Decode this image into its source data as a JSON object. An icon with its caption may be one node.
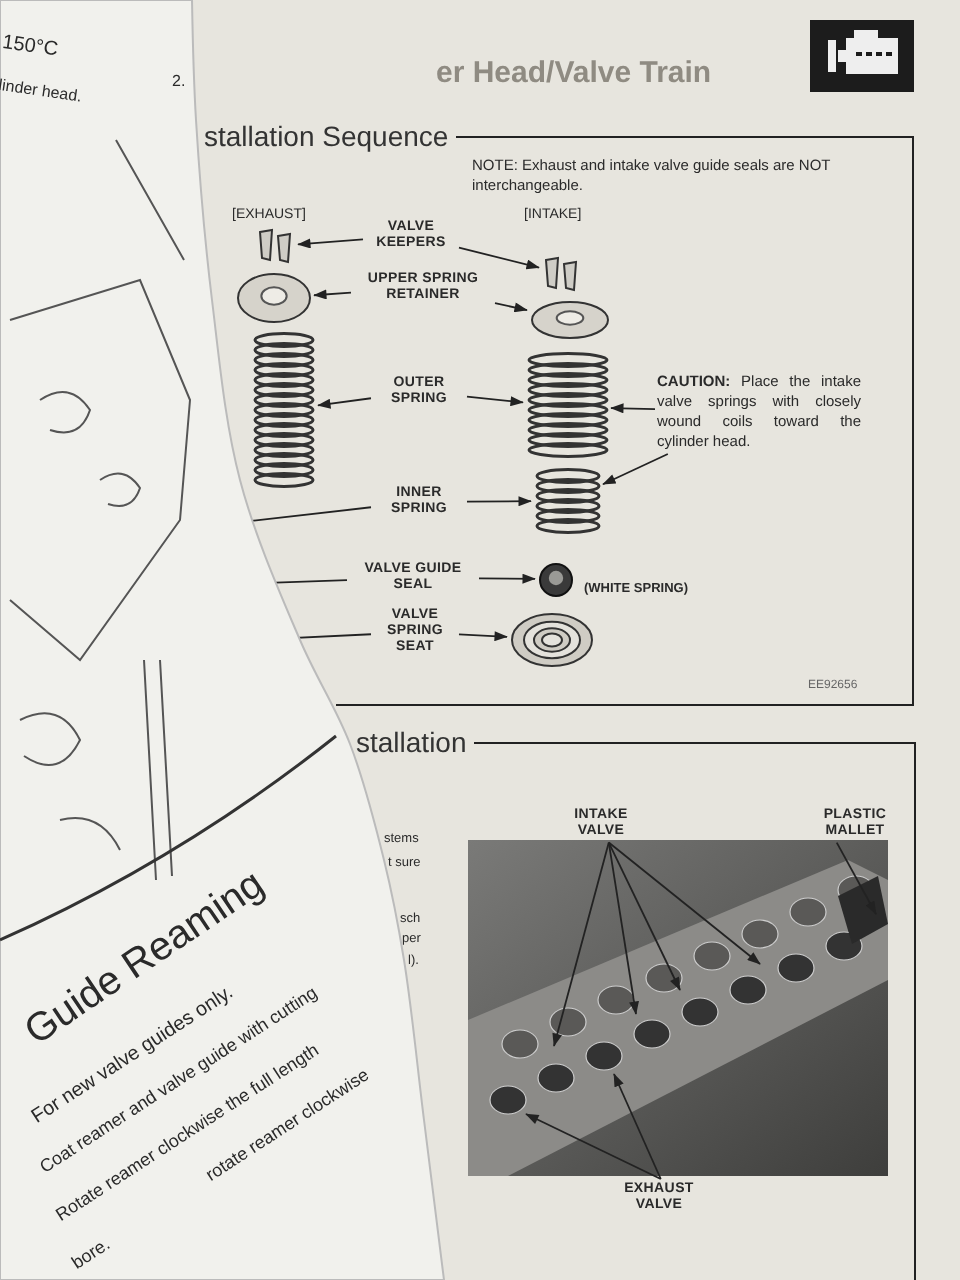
{
  "diagram": {
    "nodes": [
      {
        "text": [
          "stallation Sequence"
        ]
      },
      {
        "text": [
          "VALVE KEEPERS"
        ],
        "in": 0
      },
      {
        "text": [],
        "shape": "picture"
      },
      {
        "text": [],
        "shape": "picture",
        "in": 0
      },
      {
        "text": [
          "UPPER SPRING RETAINER"
        ],
        "in": 0
      },
      {
        "text": [],
        "shape": "picture"
      },
      {
        "text": [],
        "shape": "picture",
        "in": 0
      },
      {
        "text": [
          "OUTER SPRING"
        ],
        "in": 0
      },
      {
        "text": [],
        "shape": "picture"
      },
      {
        "text": [],
        "shape": "picture",
        "in": 0
      },
      {
        "text": [
          "**CAUTION:** Place the intake valve springs with closely wound coils toward the cylinder head."
        ],
        "in": 0
      },
      {
        "text": [
          "INNER SPRING"
        ],
        "in": 0
      },
      {
        "text": [],
        "shape": "picture",
        "in": 0
      },
      {
        "text": [
          "VALVE GUIDE SEAL"
        ],
        "in": 0
      },
      {
        "text": [],
        "shape": "circle",
        "in": 0
      },
      {
        "text": [
          "VALVE SPRING SEAT"
        ],
        "in": 0
      },
      {
        "text": [],
        "shape": "picture",
        "in": 0
      },
      {
        "text": [
          "stallation"
        ]
      },
      {
        "text": [],
        "shape": "picture",
        "in": 17
      },
      {
        "text": [
          "INTAKE VALVE"
        ],
        "in": 17
      },
      {
        "text": [
          "PLASTIC MALLET"
        ],
        "in": 17
      },
      {
        "text": [
          "EXHAUST VALVE"
        ],
        "in": 17
      }
    ],
    "edges": [
      {
        "from": 1,
        "to": 2,
        "arrow": "to"
      },
      {
        "from": 1,
        "to": 3,
        "arrow": "to"
      },
      {
        "from": 4,
        "to": 5,
        "arrow": "to"
      },
      {
        "from": 4,
        "to": 6,
        "arrow": "to"
      },
      {
        "from": 7,
        "to": 8,
        "arrow": "to"
      },
      {
        "from": 7,
        "to": 9,
        "arrow": "to"
      },
      {
        "from": 10,
        "to": 9,
        "arrow": "to"
      },
      {
        "from": 10,
        "to": 12,
        "arrow": "to"
      },
      {
        "from": 11,
        "to": null,
        "arrow": "none"
      },
      {
        "from": 11,
        "to": 12,
        "arrow": "to"
      },
      {
        "from": 13,
        "to": null,
        "arrow": "none"
      },
      {
        "from": 13,
        "to": 14,
        "arrow": "to"
      },
      {
        "from": 15,
        "to": null,
        "arrow": "none"
      },
      {
        "from": 15,
        "to": 16,
        "arrow": "to"
      },
      {
        "from": 19,
        "to": 18,
        "arrow": "to"
      },
      {
        "from": 19,
        "to": 18,
        "arrow": "to"
      },
      {
        "from": 19,
        "to": 18,
        "arrow": "to"
      },
      {
        "from": 19,
        "to": 18,
        "arrow": "to"
      },
      {
        "from": 20,
        "to": 18,
        "arrow": "to"
      },
      {
        "from": 21,
        "to": 18,
        "arrow": "to"
      },
      {
        "from": 21,
        "to": 18,
        "arrow": "to"
      }
    ],
    "labels": [
      "150°C",
      "linder head.",
      "2.",
      "er Head/Valve Train",
      "NOTE: Exhaust and intake valve guide seals are NOT interchangeable.",
      "[EXHAUST]",
      "[INTAKE]",
      "(WHITE SPRING)",
      "EE92656",
      "stems",
      "t sure",
      "sch",
      "per",
      "l).",
      "Guide Reaming",
      "For new valve guides only.",
      "Coat reamer and valve guide with cutting",
      "Rotate reamer clockwise the full length",
      "bore.",
      "rotate reamer clockwise"
    ]
  }
}
